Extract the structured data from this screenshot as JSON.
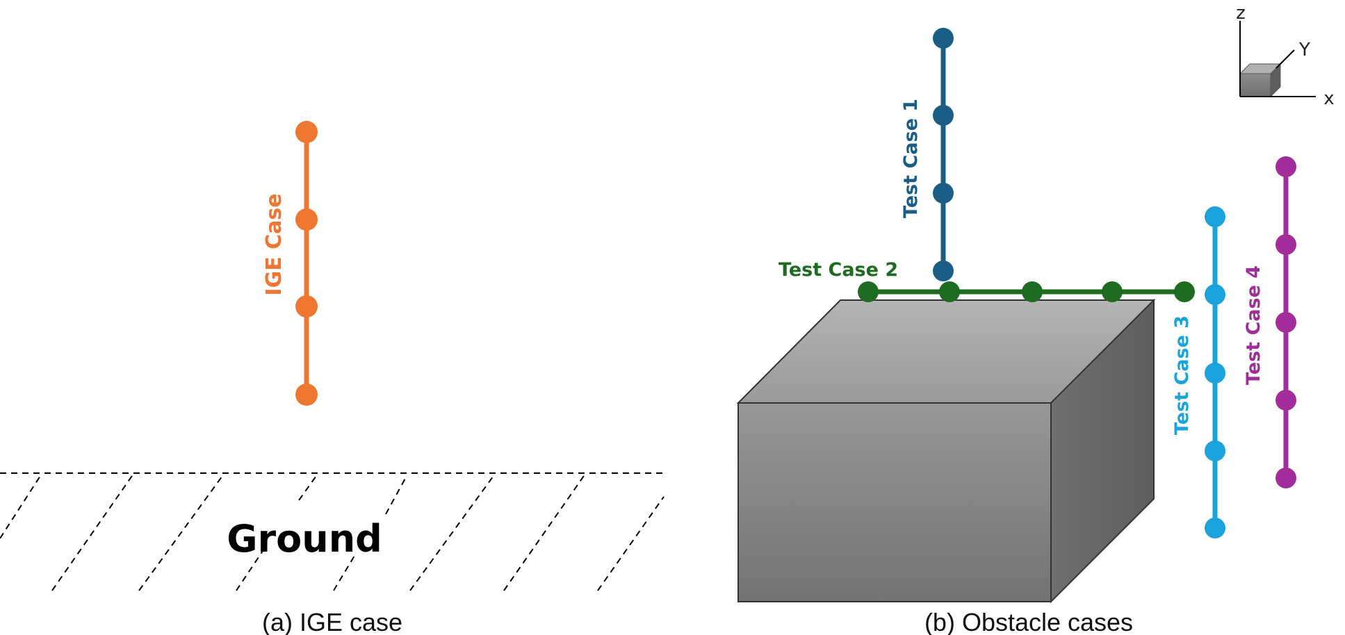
{
  "panel_a": {
    "case_label": "IGE Case",
    "ground_label": "Ground",
    "caption": "(a) IGE case",
    "color": "#ED7631",
    "point_count": 4
  },
  "panel_b": {
    "caption": "(b) Obstacle cases",
    "cases": [
      {
        "label": "Test Case 1",
        "color": "#1A5E85",
        "orientation": "vertical",
        "point_count": 4
      },
      {
        "label": "Test Case 2",
        "color": "#1E6B22",
        "orientation": "horizontal",
        "point_count": 5
      },
      {
        "label": "Test Case 3",
        "color": "#1BA3DB",
        "orientation": "vertical",
        "point_count": 5
      },
      {
        "label": "Test Case 4",
        "color": "#A02D99",
        "orientation": "vertical",
        "point_count": 5
      }
    ],
    "axes": {
      "z": "z",
      "y": "Y",
      "x": "x"
    },
    "obstacle_colors": {
      "front": "#8a8a8a",
      "top": "#a8a8a8",
      "side": "#6a6a6a"
    }
  }
}
